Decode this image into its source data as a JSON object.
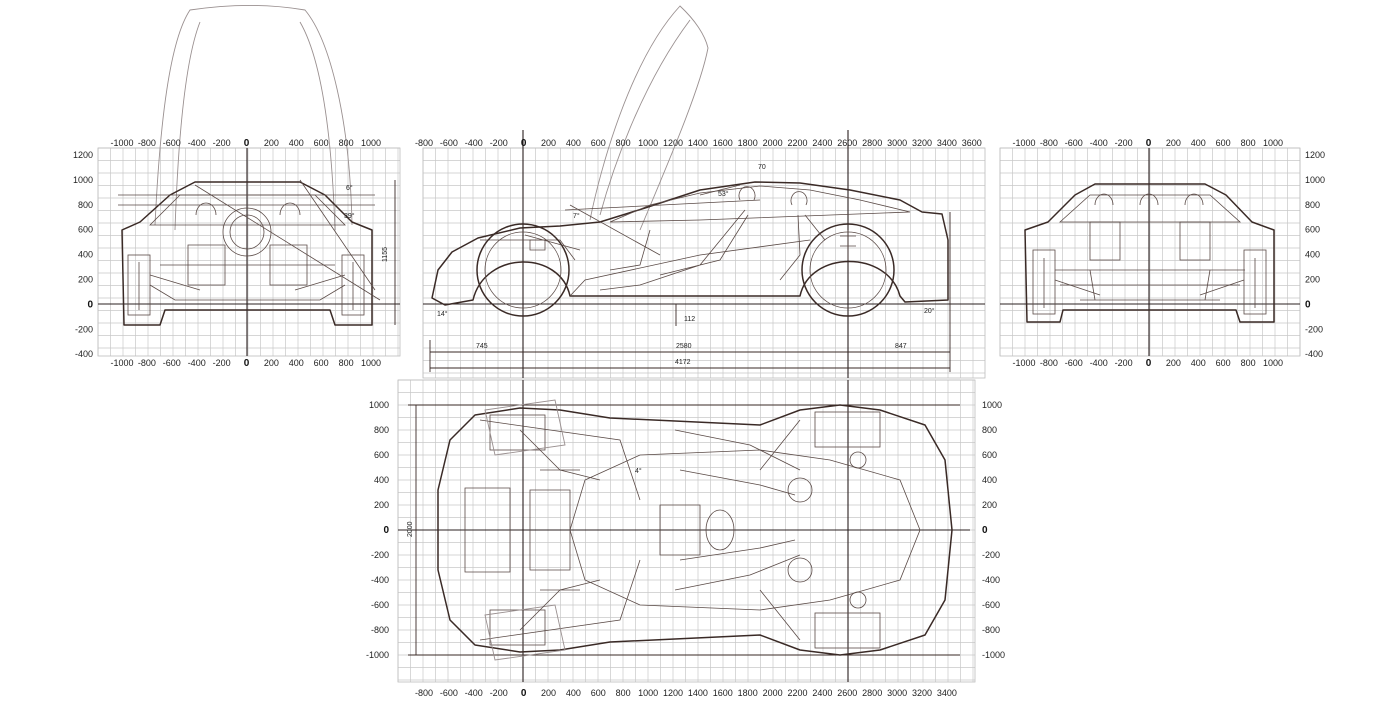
{
  "front_view": {
    "x_ticks_top": [
      "-1000",
      "-800",
      "-600",
      "-400",
      "-200",
      "0",
      "200",
      "400",
      "600",
      "800",
      "1000"
    ],
    "x_ticks_bottom": [
      "-1000",
      "-800",
      "-600",
      "-400",
      "-200",
      "0",
      "200",
      "400",
      "600",
      "800",
      "1000"
    ],
    "y_ticks": [
      "1200",
      "1000",
      "800",
      "600",
      "400",
      "200",
      "0",
      "-200",
      "-400"
    ],
    "height_dim": "1155",
    "angle_top": "6°",
    "angle_side": "39°"
  },
  "side_view": {
    "x_ticks": [
      "-800",
      "-600",
      "-400",
      "-200",
      "0",
      "200",
      "400",
      "600",
      "800",
      "1000",
      "1200",
      "1400",
      "1600",
      "1800",
      "2000",
      "2200",
      "2400",
      "2600",
      "2800",
      "3000",
      "3200",
      "3400",
      "3600"
    ],
    "front_overhang": "745",
    "wheelbase": "2580",
    "rear_overhang": "847",
    "overall_length": "4172",
    "ground_clearance": "112",
    "approach_angle": "14°",
    "departure_angle": "20°",
    "roof_label": "70",
    "seat_angle": "53°",
    "wind_angle": "7°"
  },
  "rear_view": {
    "x_ticks_top": [
      "-1000",
      "-800",
      "-600",
      "-400",
      "-200",
      "0",
      "200",
      "400",
      "600",
      "800",
      "1000"
    ],
    "x_ticks_bottom": [
      "-1000",
      "-800",
      "-600",
      "-400",
      "-200",
      "0",
      "200",
      "400",
      "600",
      "800",
      "1000"
    ],
    "y_ticks": [
      "1200",
      "1000",
      "800",
      "600",
      "400",
      "200",
      "0",
      "-200",
      "-400"
    ]
  },
  "top_view": {
    "y_ticks": [
      "1000",
      "800",
      "600",
      "400",
      "200",
      "0",
      "-200",
      "-400",
      "-600",
      "-800",
      "-1000"
    ],
    "x_ticks": [
      "-800",
      "-600",
      "-400",
      "-200",
      "0",
      "200",
      "400",
      "600",
      "800",
      "1000",
      "1200",
      "1400",
      "1600",
      "1800",
      "2000",
      "2200",
      "2400",
      "2600",
      "2800",
      "3000",
      "3200",
      "3400"
    ],
    "width_dim": "2000",
    "steer_angle": "4°"
  },
  "colors": {
    "line": "#3a2a26",
    "grid": "#c8c8c8",
    "paper": "#ffffff"
  }
}
